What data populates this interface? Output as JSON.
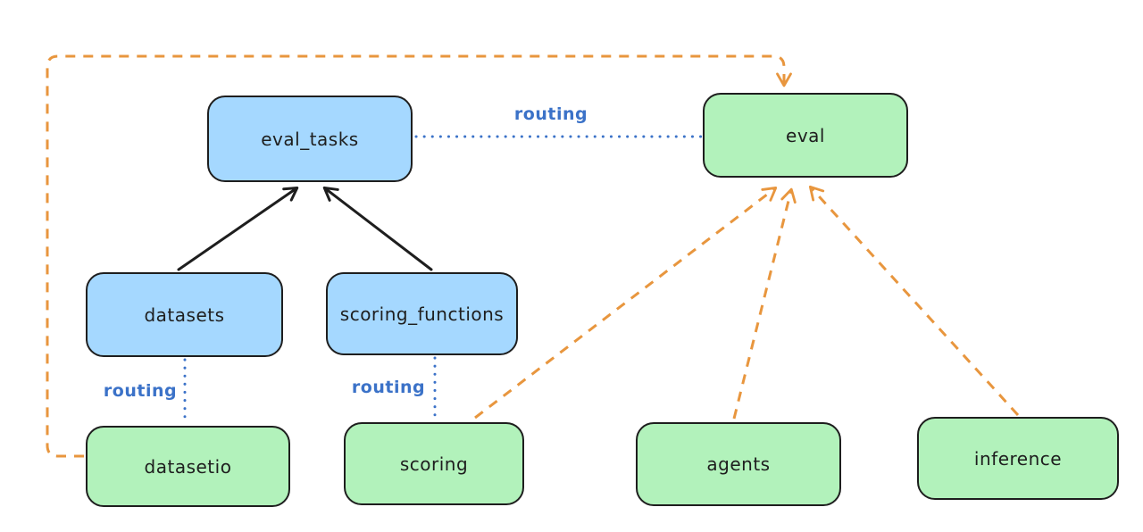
{
  "colors": {
    "background": "#ffffff",
    "node_blue_fill": "#a5d8ff",
    "node_green_fill": "#b2f2bb",
    "node_stroke": "#1e1e1e",
    "routing_blue": "#3b72c8",
    "arrow_black": "#1e1e1e",
    "arrow_orange": "#e8963e"
  },
  "nodes": {
    "eval_tasks": {
      "label": "eval_tasks",
      "color": "blue"
    },
    "eval": {
      "label": "eval",
      "color": "green"
    },
    "datasets": {
      "label": "datasets",
      "color": "blue"
    },
    "scoring_functions": {
      "label": "scoring_functions",
      "color": "blue"
    },
    "datasetio": {
      "label": "datasetio",
      "color": "green"
    },
    "scoring": {
      "label": "scoring",
      "color": "green"
    },
    "agents": {
      "label": "agents",
      "color": "green"
    },
    "inference": {
      "label": "inference",
      "color": "green"
    }
  },
  "edge_labels": {
    "eval_tasks_to_eval": "routing",
    "datasets_to_datasetio": "routing",
    "scoring_functions_to_scoring": "routing"
  },
  "edges": [
    {
      "from": "datasets",
      "to": "eval_tasks",
      "style": "solid",
      "color": "#1e1e1e",
      "arrow": true
    },
    {
      "from": "scoring_functions",
      "to": "eval_tasks",
      "style": "solid",
      "color": "#1e1e1e",
      "arrow": true
    },
    {
      "from": "eval_tasks",
      "to": "eval",
      "style": "dotted",
      "color": "#3b72c8",
      "label": "routing",
      "arrow": false
    },
    {
      "from": "datasets",
      "to": "datasetio",
      "style": "dotted",
      "color": "#3b72c8",
      "label": "routing",
      "arrow": false
    },
    {
      "from": "scoring_functions",
      "to": "scoring",
      "style": "dotted",
      "color": "#3b72c8",
      "label": "routing",
      "arrow": false
    },
    {
      "from": "datasetio",
      "to": "eval",
      "style": "dashed",
      "color": "#e8963e",
      "arrow": true
    },
    {
      "from": "scoring",
      "to": "eval",
      "style": "dashed",
      "color": "#e8963e",
      "arrow": true
    },
    {
      "from": "agents",
      "to": "eval",
      "style": "dashed",
      "color": "#e8963e",
      "arrow": true
    },
    {
      "from": "inference",
      "to": "eval",
      "style": "dashed",
      "color": "#e8963e",
      "arrow": true
    }
  ]
}
